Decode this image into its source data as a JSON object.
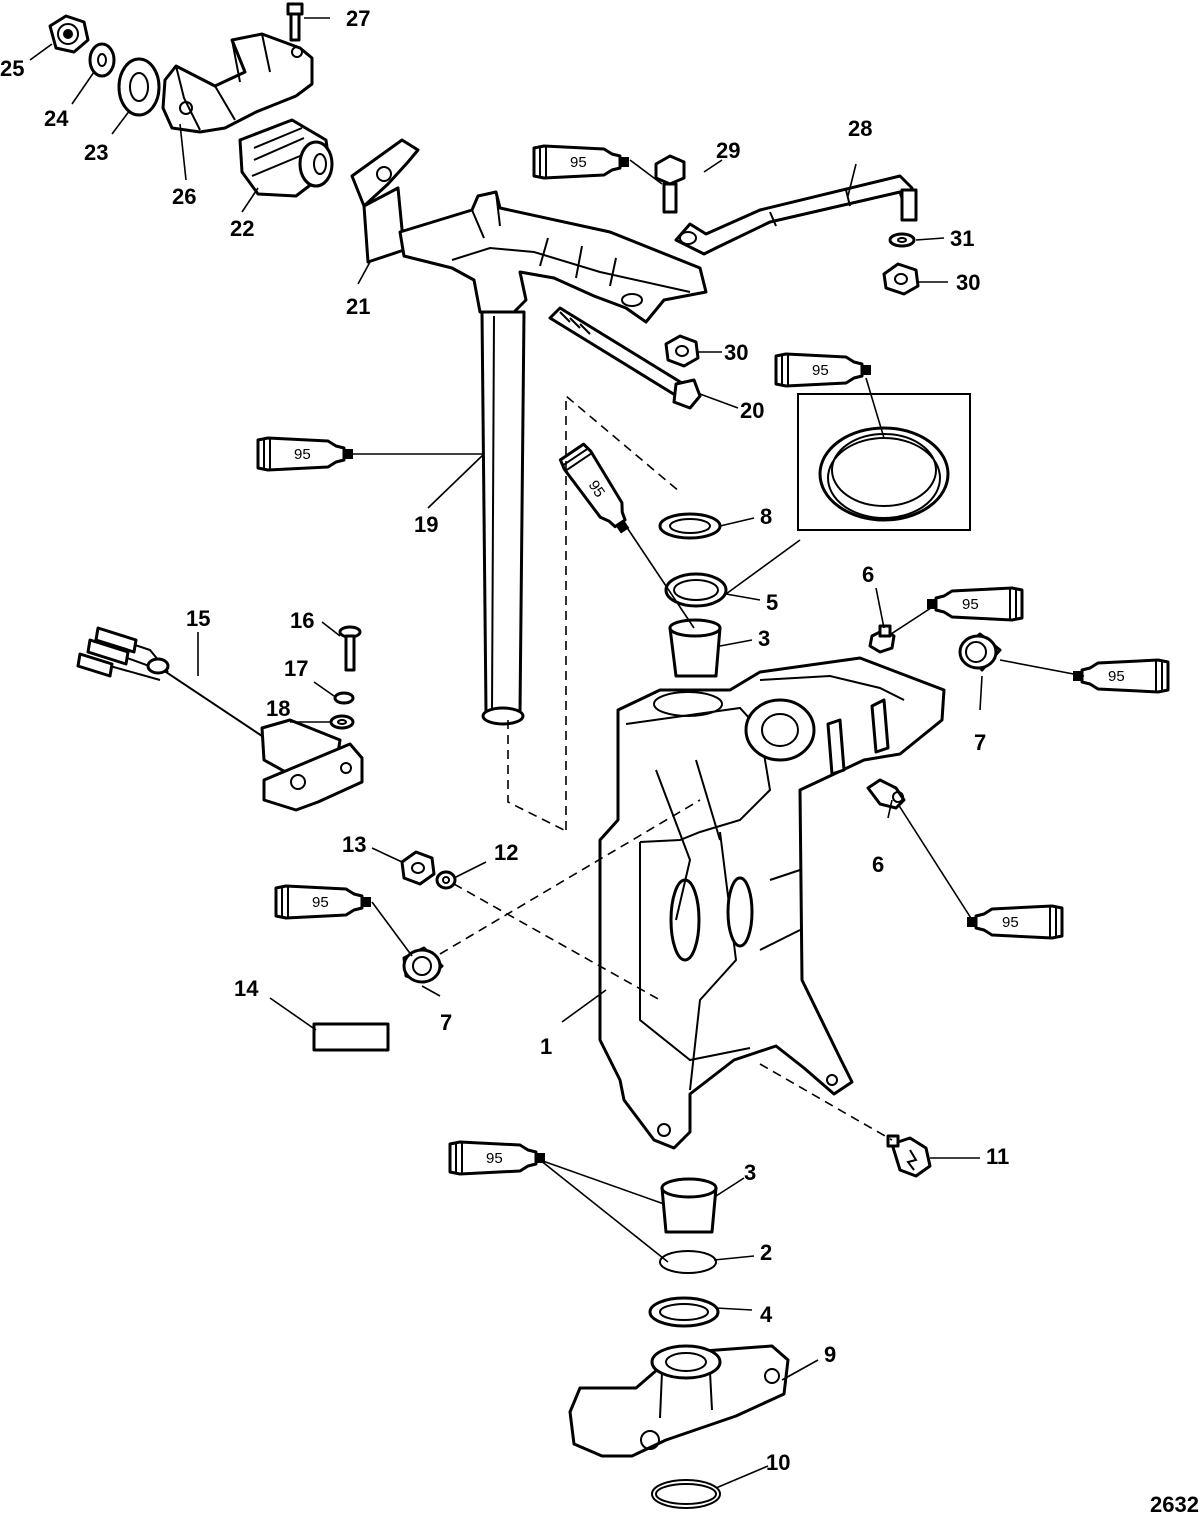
{
  "figure_id": "2632",
  "sealant_code": "95",
  "callouts": [
    {
      "id": "c1",
      "label": "1"
    },
    {
      "id": "c2",
      "label": "2"
    },
    {
      "id": "c3a",
      "label": "3"
    },
    {
      "id": "c3b",
      "label": "3"
    },
    {
      "id": "c4",
      "label": "4"
    },
    {
      "id": "c5",
      "label": "5"
    },
    {
      "id": "c6a",
      "label": "6"
    },
    {
      "id": "c6b",
      "label": "6"
    },
    {
      "id": "c7a",
      "label": "7"
    },
    {
      "id": "c7b",
      "label": "7"
    },
    {
      "id": "c8",
      "label": "8"
    },
    {
      "id": "c9",
      "label": "9"
    },
    {
      "id": "c10",
      "label": "10"
    },
    {
      "id": "c11",
      "label": "11"
    },
    {
      "id": "c12",
      "label": "12"
    },
    {
      "id": "c13",
      "label": "13"
    },
    {
      "id": "c14",
      "label": "14"
    },
    {
      "id": "c15",
      "label": "15"
    },
    {
      "id": "c16",
      "label": "16"
    },
    {
      "id": "c17",
      "label": "17"
    },
    {
      "id": "c18",
      "label": "18"
    },
    {
      "id": "c19",
      "label": "19"
    },
    {
      "id": "c20",
      "label": "20"
    },
    {
      "id": "c21",
      "label": "21"
    },
    {
      "id": "c22",
      "label": "22"
    },
    {
      "id": "c23",
      "label": "23"
    },
    {
      "id": "c24",
      "label": "24"
    },
    {
      "id": "c25",
      "label": "25"
    },
    {
      "id": "c26",
      "label": "26"
    },
    {
      "id": "c27",
      "label": "27"
    },
    {
      "id": "c28",
      "label": "28"
    },
    {
      "id": "c29",
      "label": "29"
    },
    {
      "id": "c30a",
      "label": "30"
    },
    {
      "id": "c30b",
      "label": "30"
    },
    {
      "id": "c31",
      "label": "31"
    }
  ]
}
